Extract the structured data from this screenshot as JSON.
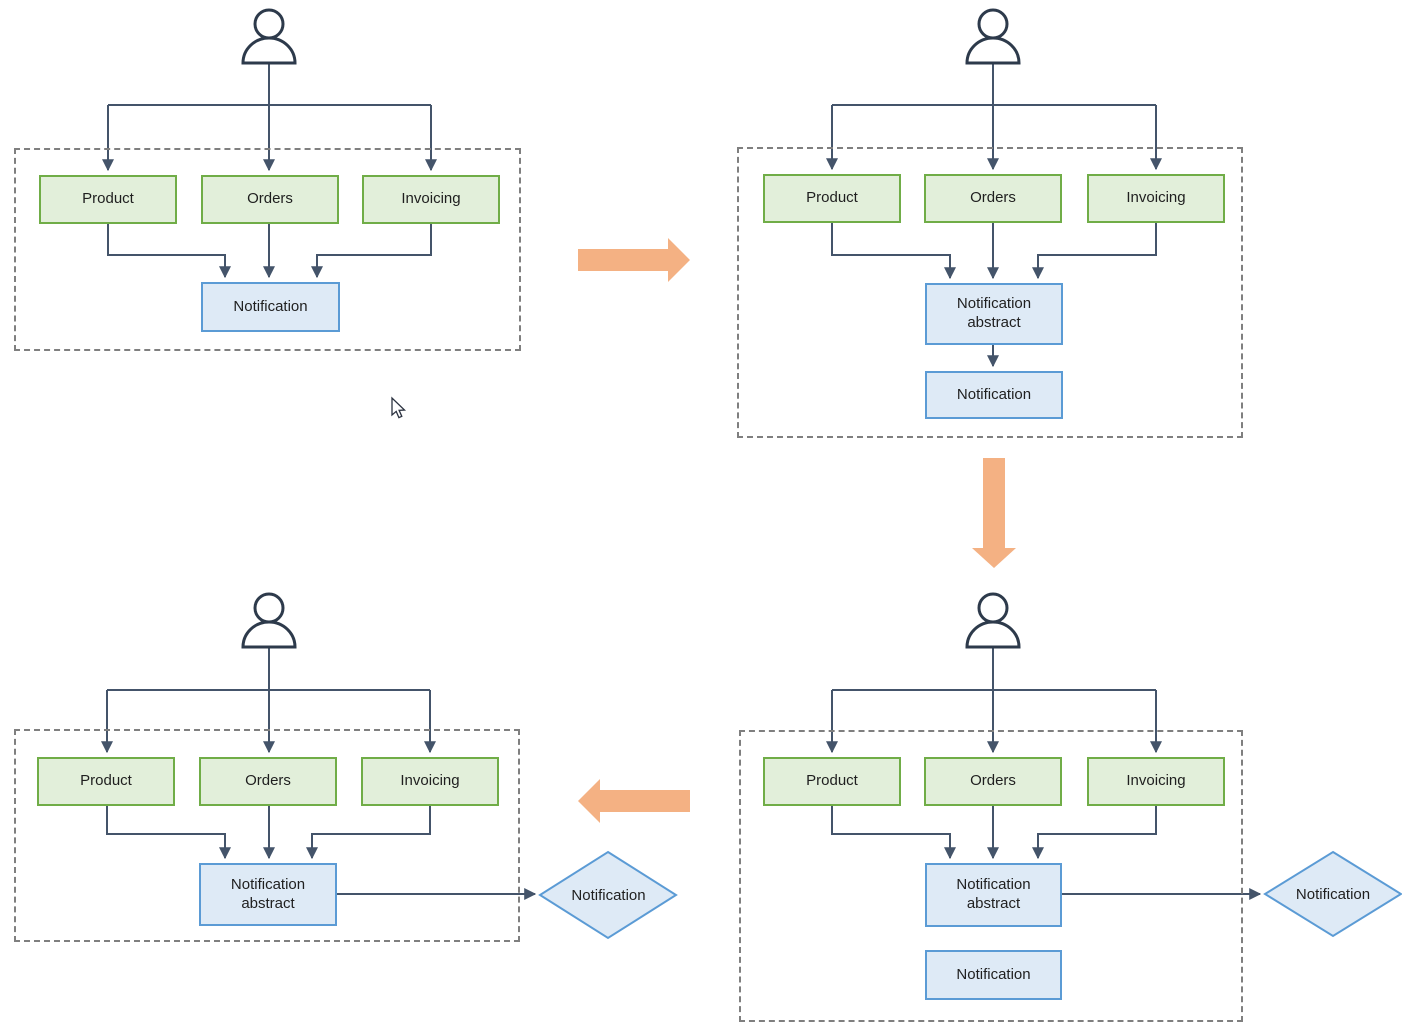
{
  "diagram": {
    "title_visible": false,
    "colors": {
      "module_fill": "#e2efda",
      "module_border": "#70ad47",
      "notification_fill": "#deeaf6",
      "notification_border": "#5b9bd5",
      "connector": "#44546a",
      "container_border": "#7f7f7f",
      "transition_arrow": "#f4b183",
      "actor_stroke": "#2d3a4b"
    },
    "stages": [
      {
        "position": "top-left",
        "actor_icon": "person-icon",
        "modules": [
          "Product",
          "Orders",
          "Invoicing"
        ],
        "notification_box": "Notification"
      },
      {
        "position": "top-right",
        "actor_icon": "person-icon",
        "modules": [
          "Product",
          "Orders",
          "Invoicing"
        ],
        "abstract_box": "Notification abstract",
        "notification_box": "Notification"
      },
      {
        "position": "bottom-right",
        "actor_icon": "person-icon",
        "modules": [
          "Product",
          "Orders",
          "Invoicing"
        ],
        "abstract_box": "Notification abstract",
        "notification_box": "Notification",
        "external_diamond": "Notification"
      },
      {
        "position": "bottom-left",
        "actor_icon": "person-icon",
        "modules": [
          "Product",
          "Orders",
          "Invoicing"
        ],
        "abstract_box": "Notification abstract",
        "external_diamond": "Notification"
      }
    ],
    "transitions": [
      {
        "from": "top-left",
        "to": "top-right",
        "direction": "right"
      },
      {
        "from": "top-right",
        "to": "bottom-right",
        "direction": "down"
      },
      {
        "from": "bottom-right",
        "to": "bottom-left",
        "direction": "left"
      }
    ],
    "cursor": {
      "shape": "arrow-pointer"
    }
  }
}
